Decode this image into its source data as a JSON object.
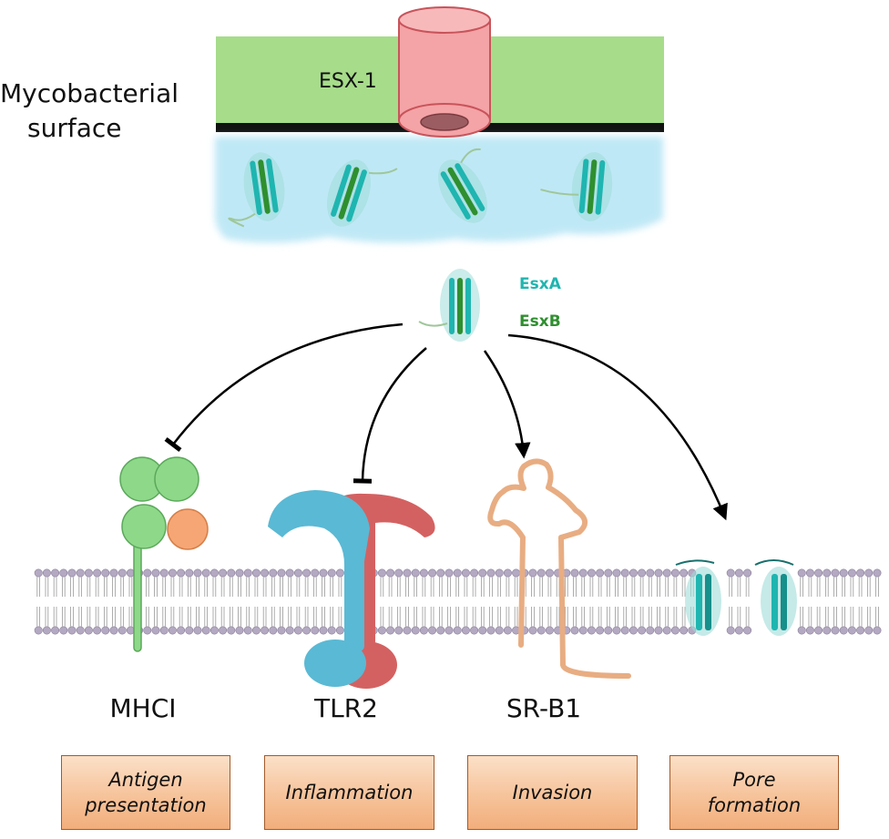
{
  "surface": {
    "label_line1": "Mycobacterial",
    "label_line2": "surface",
    "secretion_system": "ESX-1"
  },
  "secreted": {
    "protein_a": "EsxA",
    "protein_b": "EsxB"
  },
  "receptors": [
    {
      "label": "MHCI",
      "effect": "inhibit"
    },
    {
      "label": "TLR2",
      "effect": "inhibit"
    },
    {
      "label": "SR-B1",
      "effect": "activate"
    },
    {
      "label": "",
      "effect": "activate"
    }
  ],
  "outcomes": [
    {
      "label": "Antigen\npresentation"
    },
    {
      "label": "Inflammation"
    },
    {
      "label": "Invasion"
    },
    {
      "label": "Pore\nformation"
    }
  ],
  "colors": {
    "membrane_green": "#a6dc8a",
    "channel_pink": "#f4a3a6",
    "channel_stroke": "#c8545b",
    "capsule_blue": "#bfe8f6",
    "esxa_teal": "#1fb5b0",
    "esxb_green": "#2f8f2f",
    "mhc_green": "#8ed889",
    "mhc_orange": "#f6a674",
    "tlr_blue": "#5ab9d4",
    "tlr_red": "#d46161",
    "srb1_tan": "#e8ad82",
    "lipid_purple": "#b4a9c2",
    "outcome_orange": "#f5b88a"
  }
}
